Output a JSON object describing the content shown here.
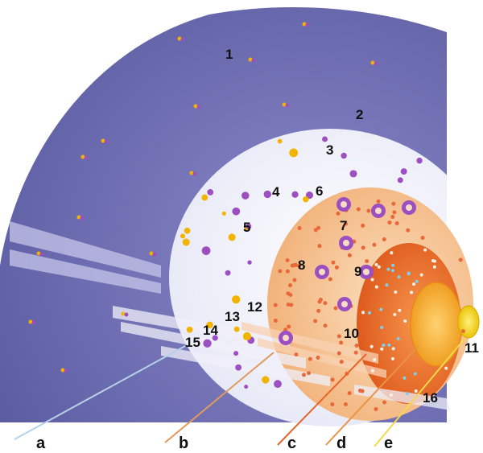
{
  "colors": {
    "background": "#ffffff",
    "outer_shell": "#6f6fb0",
    "white_region": "#f4f5fb",
    "orange_region": "#f6c79a",
    "inner_region": "#e9712c",
    "core": "#f4a428",
    "small_core": "#f5d000",
    "purple_particle": "#9b4fc0",
    "yellow_particle": "#f2b400",
    "ray": "#d9d8f0"
  },
  "labels": {
    "n1": "1",
    "n2": "2",
    "n3": "3",
    "n4": "4",
    "n5": "5",
    "n6": "6",
    "n7": "7",
    "n8": "8",
    "n9": "9",
    "n10": "10",
    "n11": "11",
    "n12": "12",
    "n13": "13",
    "n14": "14",
    "n15": "15",
    "n16": "16",
    "a": "a",
    "b": "b",
    "c": "c",
    "d": "d",
    "e": "e"
  }
}
